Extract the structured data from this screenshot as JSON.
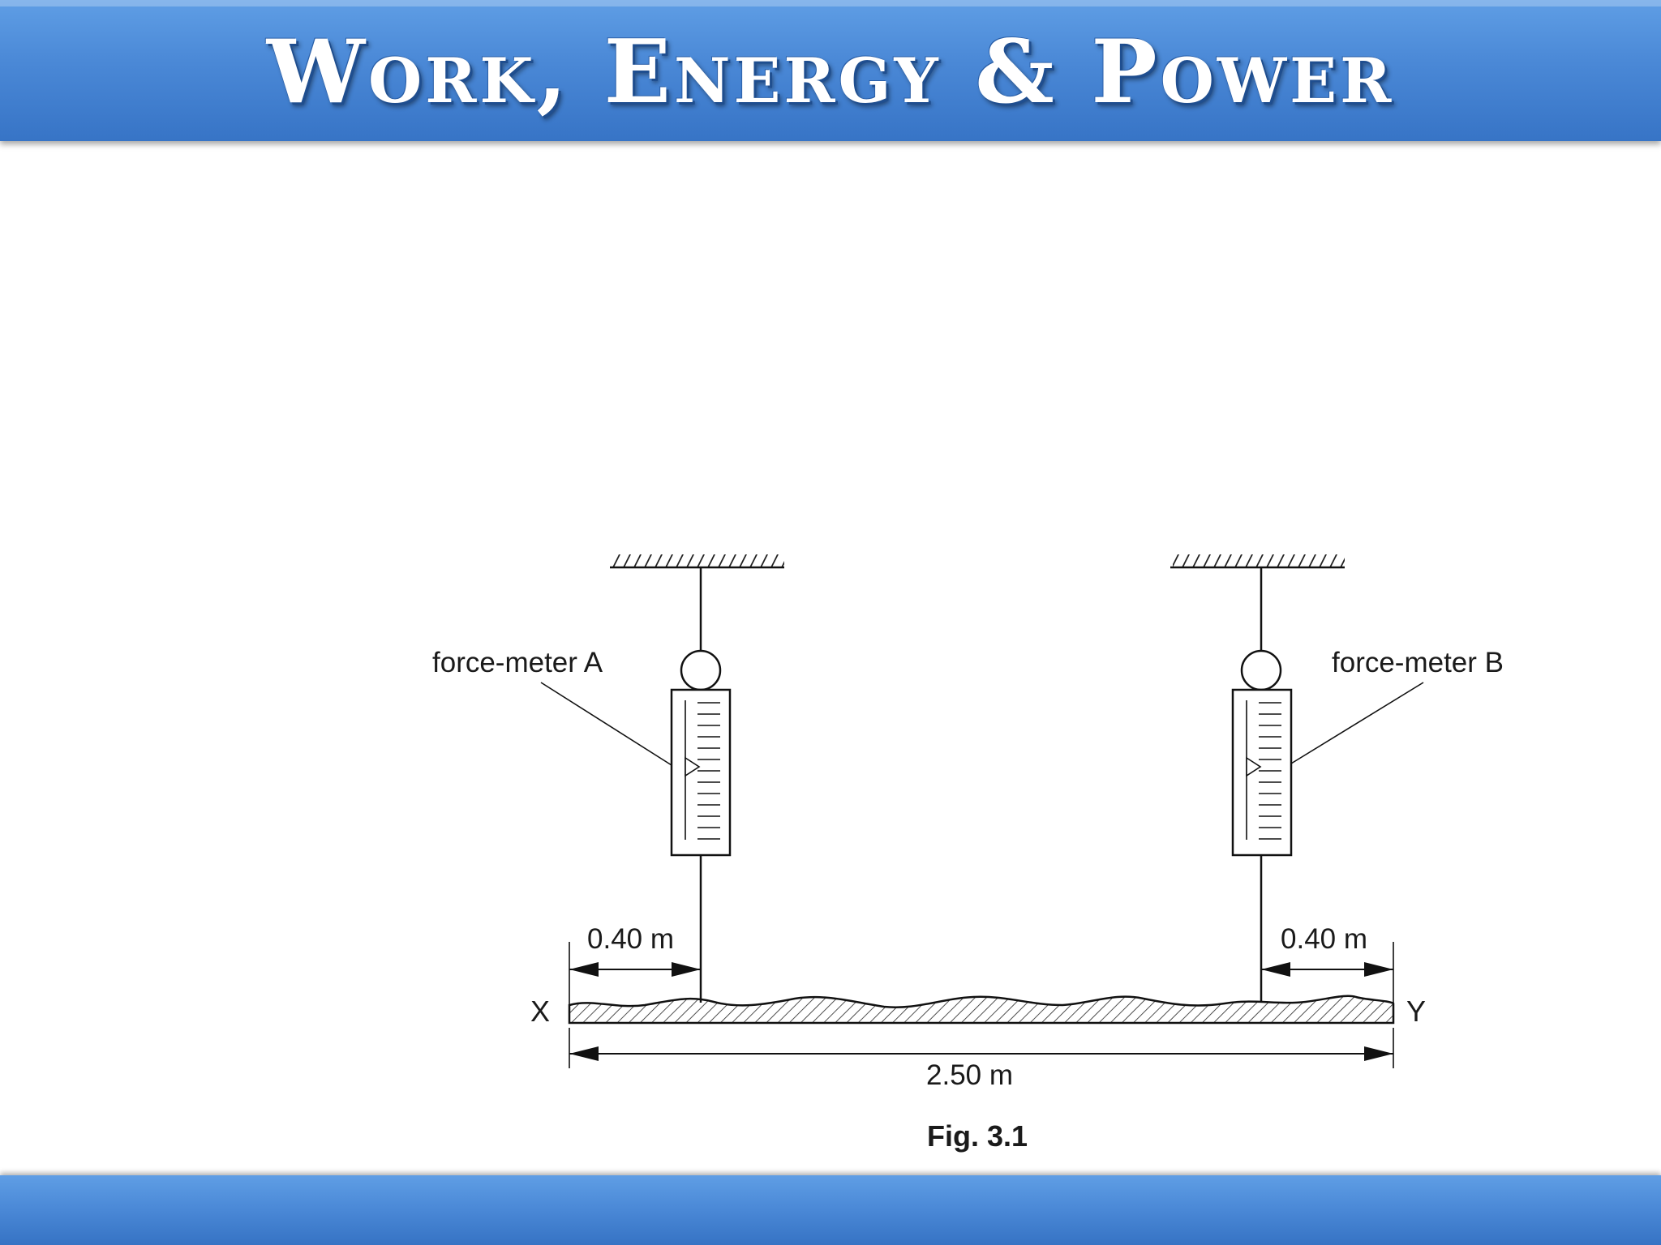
{
  "slide": {
    "title": "Work, Energy & Power"
  },
  "figure": {
    "label_meter_a": "force-meter A",
    "label_meter_b": "force-meter B",
    "dim_left": "0.40 m",
    "dim_right": "0.40 m",
    "dim_total": "2.50 m",
    "end_left": "X",
    "end_right": "Y",
    "caption": "Fig. 3.1"
  }
}
